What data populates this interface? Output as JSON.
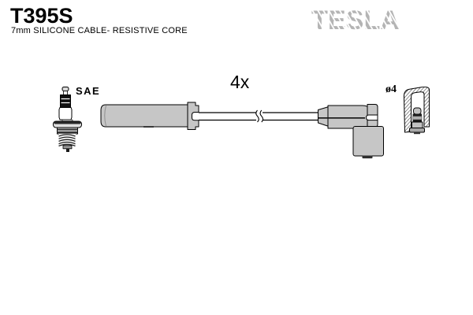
{
  "header": {
    "product_code": "T395S",
    "description": "7mm SILICONE CABLE- RESISTIVE CORE",
    "brand": "TESLA"
  },
  "diagram": {
    "quantity_label": "4x",
    "plug_terminal_label": "SAE",
    "terminal_diameter_label": "ø4",
    "icons": {
      "spark_plug": "spark-plug-drawing",
      "ignition_cable": "ignition-cable-drawing",
      "elbow_boot": "elbow-boot-drawing",
      "terminal_cross_section": "terminal-cross-section-drawing"
    },
    "colors": {
      "background": "#ffffff",
      "outline": "#000000",
      "rubber_gray": "#c6c6c6",
      "logo_gray": "#b4b4b4",
      "metal_light": "#d8d8d8"
    }
  }
}
